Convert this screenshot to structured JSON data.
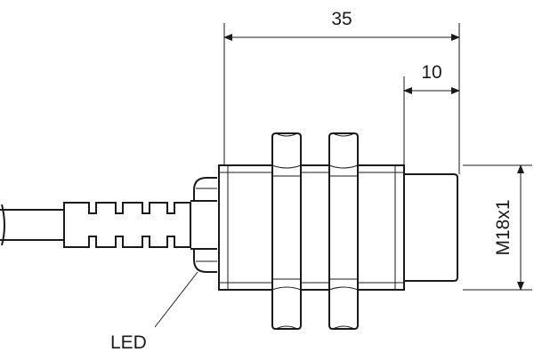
{
  "dimensions": {
    "overall_length": "35",
    "sensing_face_length": "10",
    "thread": "M18x1"
  },
  "callouts": {
    "led": "LED"
  },
  "colors": {
    "line": "#1a1a1a",
    "background": "#ffffff"
  }
}
